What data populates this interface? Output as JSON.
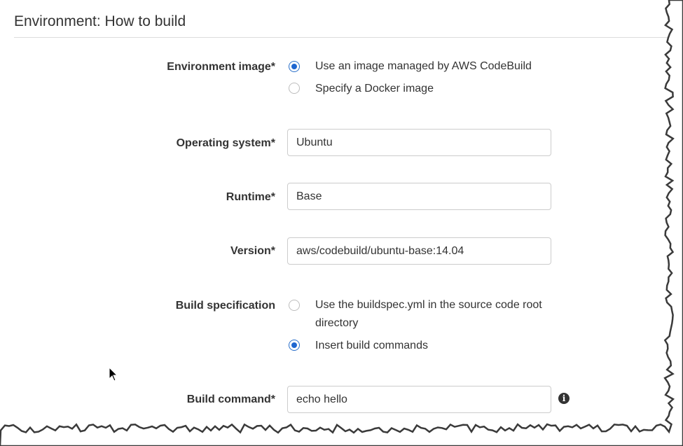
{
  "section": {
    "title": "Environment: How to build"
  },
  "environment_image": {
    "label": "Environment image*",
    "options": [
      {
        "text": "Use an image managed by AWS CodeBuild",
        "selected": true
      },
      {
        "text": "Specify a Docker image",
        "selected": false
      }
    ]
  },
  "operating_system": {
    "label": "Operating system*",
    "value": "Ubuntu"
  },
  "runtime": {
    "label": "Runtime*",
    "value": "Base"
  },
  "version": {
    "label": "Version*",
    "value": "aws/codebuild/ubuntu-base:14.04"
  },
  "build_specification": {
    "label": "Build specification",
    "options": [
      {
        "text_line1": "Use the buildspec.yml in the source code root",
        "text_line2": "directory",
        "selected": false
      },
      {
        "text": "Insert build commands",
        "selected": true
      }
    ]
  },
  "build_command": {
    "label": "Build command*",
    "value": "echo hello"
  },
  "icons": {
    "info": "info-icon",
    "cursor": "mouse-pointer-icon"
  },
  "colors": {
    "radio_selected": "#1e66d0",
    "text": "#333333",
    "border": "#cccccc"
  }
}
